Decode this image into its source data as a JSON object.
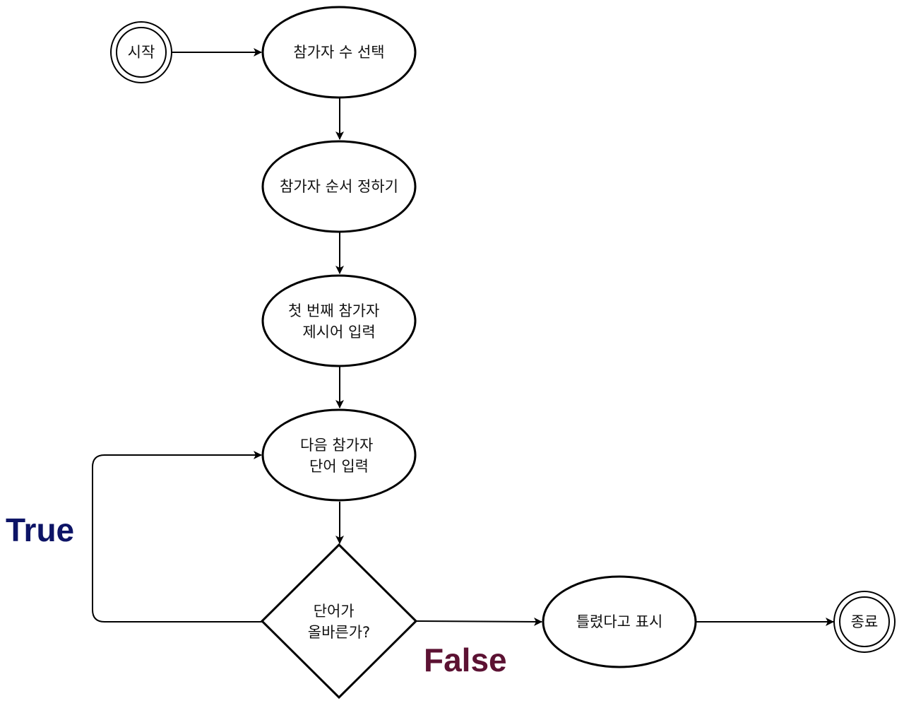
{
  "nodes": {
    "start": {
      "label": "시작"
    },
    "select_count": {
      "label": "참가자 수 선택"
    },
    "decide_order": {
      "label": "참가자 순서 정하기"
    },
    "first_word": {
      "lines": [
        "첫 번째 참가자",
        "제시어 입력"
      ]
    },
    "next_word": {
      "lines": [
        "다음 참가자",
        "단어 입력"
      ]
    },
    "check_word": {
      "lines": [
        "단어가",
        "올바른가?"
      ]
    },
    "show_wrong": {
      "label": "틀렸다고 표시"
    },
    "end": {
      "label": "종료"
    }
  },
  "branches": {
    "true_label": "True",
    "false_label": "False"
  },
  "colors": {
    "true_label": "#0d1466",
    "false_label": "#5c1233",
    "stroke": "#000000"
  }
}
